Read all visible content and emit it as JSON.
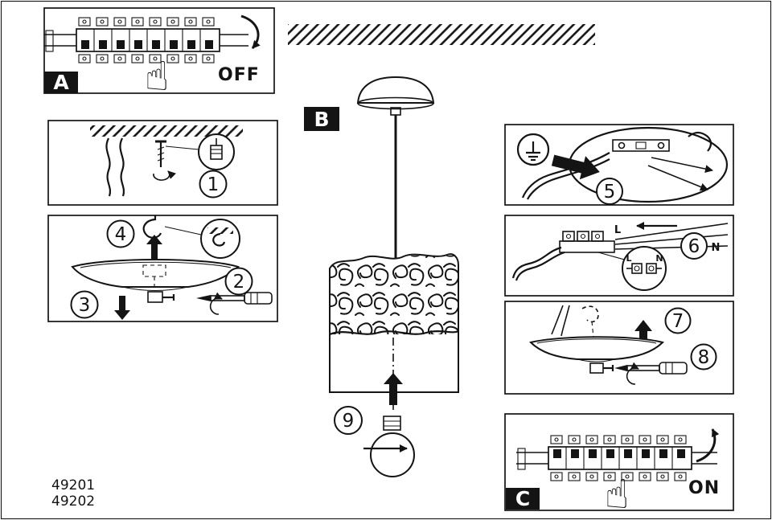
{
  "document": {
    "models": [
      "49201",
      "49202"
    ]
  },
  "panels": {
    "a": {
      "label": "A",
      "power": "OFF"
    },
    "b": {
      "label": "B"
    },
    "c": {
      "label": "C",
      "power": "ON"
    }
  },
  "steps": [
    "1",
    "2",
    "3",
    "4",
    "5",
    "6",
    "7",
    "8",
    "9"
  ],
  "wiring": {
    "live": "L",
    "neutral": "N"
  },
  "icons": {
    "pointing_hand": "☝"
  },
  "colors": {
    "ink": "#141414",
    "paper": "#ffffff"
  }
}
